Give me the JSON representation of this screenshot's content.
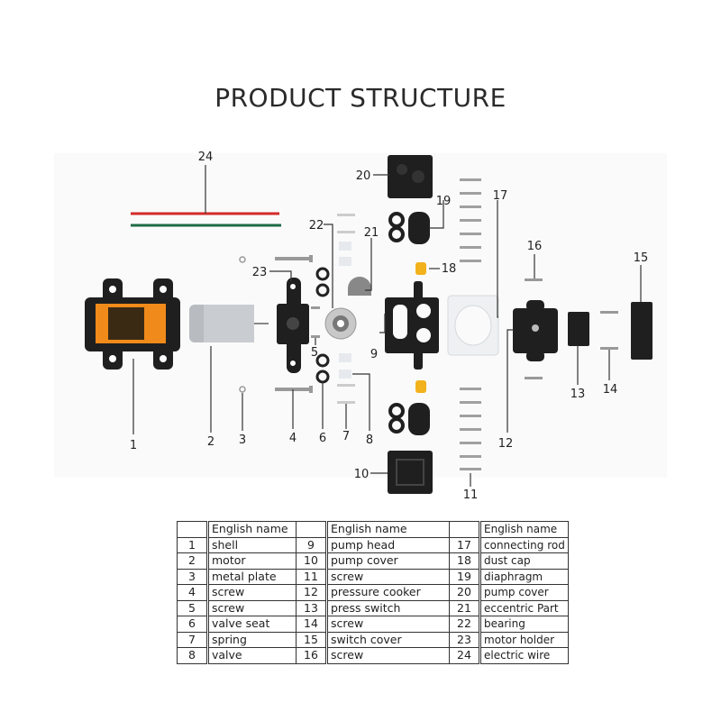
{
  "title": "PRODUCT STRUCTURE",
  "colors": {
    "wire_red": "#d42a2a",
    "wire_green": "#1e6b45",
    "dust_cap": "#f2b21c",
    "plastic_black": "#1f1f1f",
    "label_orange": "#f08a1a"
  },
  "callouts": [
    "1",
    "2",
    "3",
    "4",
    "5",
    "6",
    "7",
    "8",
    "9",
    "10",
    "11",
    "12",
    "13",
    "14",
    "15",
    "16",
    "17",
    "18",
    "19",
    "20",
    "21",
    "22",
    "23",
    "24"
  ],
  "table": {
    "header": "English name",
    "columns": [
      [
        {
          "no": "1",
          "name": "shell"
        },
        {
          "no": "2",
          "name": "motor"
        },
        {
          "no": "3",
          "name": "metal plate"
        },
        {
          "no": "4",
          "name": "screw"
        },
        {
          "no": "5",
          "name": "screw"
        },
        {
          "no": "6",
          "name": "valve seat"
        },
        {
          "no": "7",
          "name": "spring"
        },
        {
          "no": "8",
          "name": "valve"
        }
      ],
      [
        {
          "no": "9",
          "name": "pump head"
        },
        {
          "no": "10",
          "name": "pump cover"
        },
        {
          "no": "11",
          "name": "screw"
        },
        {
          "no": "12",
          "name": "pressure cooker"
        },
        {
          "no": "13",
          "name": "press switch"
        },
        {
          "no": "14",
          "name": "screw"
        },
        {
          "no": "15",
          "name": "switch cover"
        },
        {
          "no": "16",
          "name": "screw"
        }
      ],
      [
        {
          "no": "17",
          "name": "connecting rod"
        },
        {
          "no": "18",
          "name": "dust cap"
        },
        {
          "no": "19",
          "name": "diaphragm"
        },
        {
          "no": "20",
          "name": "pump cover"
        },
        {
          "no": "21",
          "name": "eccentric Part"
        },
        {
          "no": "22",
          "name": "bearing"
        },
        {
          "no": "23",
          "name": "motor holder"
        },
        {
          "no": "24",
          "name": "electric wire"
        }
      ]
    ]
  }
}
